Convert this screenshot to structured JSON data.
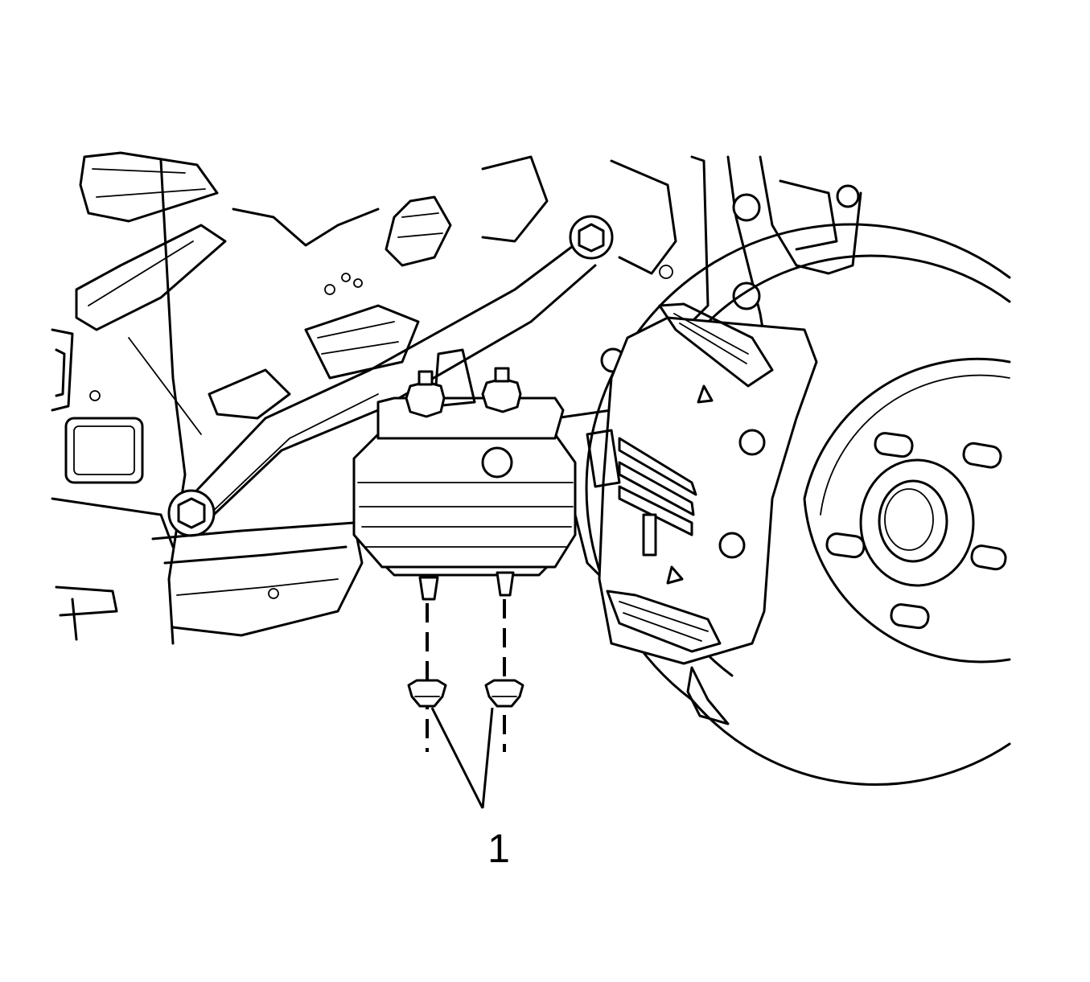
{
  "diagram": {
    "callouts": [
      {
        "id": "1",
        "label": "1"
      }
    ],
    "icons": [
      "suspension-assembly",
      "engine-mount",
      "brake-caliper",
      "brake-rotor",
      "mount-nut"
    ]
  }
}
